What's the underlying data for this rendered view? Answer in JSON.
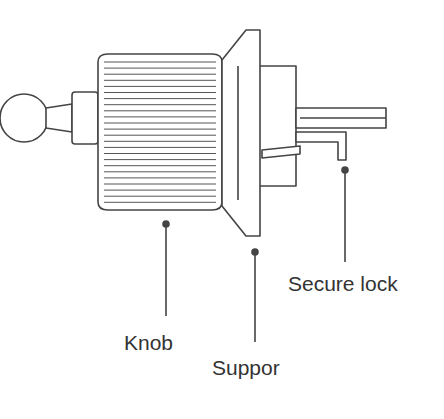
{
  "diagram": {
    "labels": [
      "Knob",
      "Suppor",
      "Secure lock"
    ]
  }
}
